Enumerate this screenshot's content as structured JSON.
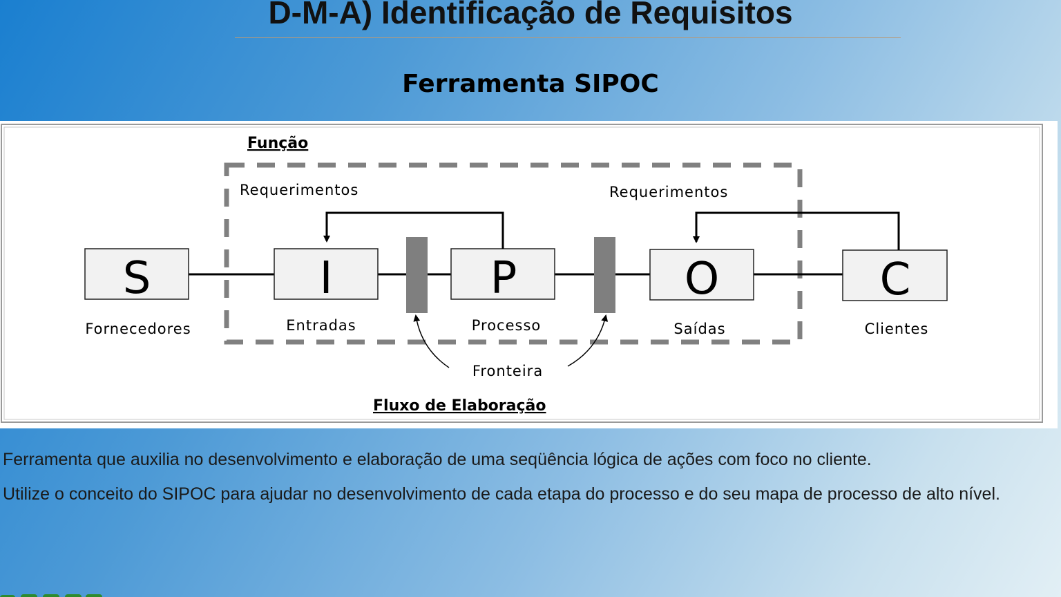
{
  "slide": {
    "title": "D-M-A) Identificação de Requisitos",
    "subtitle": "Ferramenta SIPOC"
  },
  "diagram": {
    "top_label": "Função",
    "bottom_label": "Fluxo de Elaboração",
    "feedback_left_label": "Requerimentos",
    "feedback_right_label": "Requerimentos",
    "boundary_label": "Fronteira",
    "boxes": [
      {
        "letter": "S",
        "caption": "Fornecedores"
      },
      {
        "letter": "I",
        "caption": "Entradas"
      },
      {
        "letter": "P",
        "caption": "Processo"
      },
      {
        "letter": "O",
        "caption": "Saídas"
      },
      {
        "letter": "C",
        "caption": "Clientes"
      }
    ]
  },
  "body": {
    "paragraph_1": "Ferramenta que auxilia no desenvolvimento e elaboração de uma seqüência  lógica de ações com foco no cliente.",
    "paragraph_2": "Utilize o conceito do SIPOC para ajudar no desenvolvimento de cada etapa do processo e do seu mapa de processo de alto nível."
  },
  "colors": {
    "logo_green": "#2e8b2e"
  }
}
